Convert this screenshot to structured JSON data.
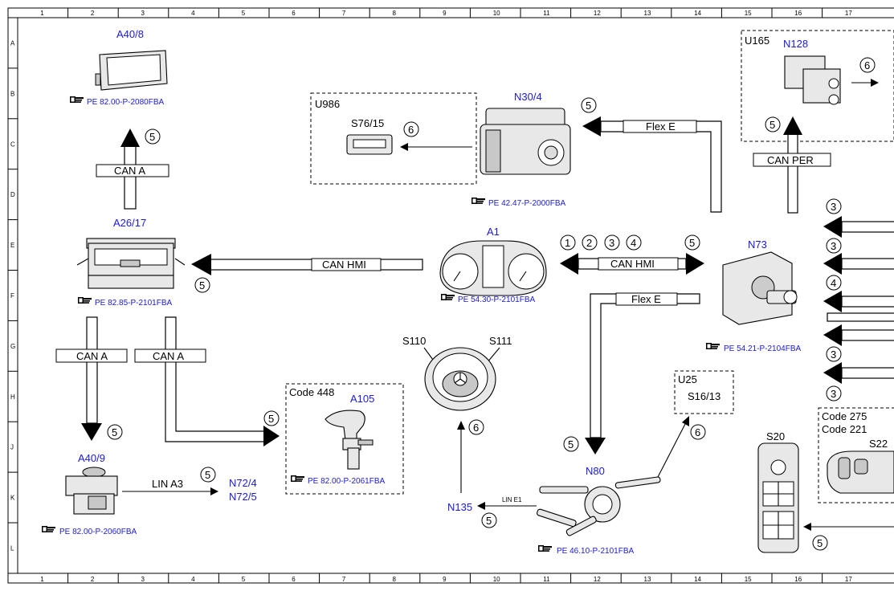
{
  "grid": {
    "columns": [
      "1",
      "2",
      "3",
      "4",
      "5",
      "6",
      "7",
      "8",
      "9",
      "10",
      "11",
      "12",
      "13",
      "14",
      "15",
      "16",
      "17"
    ],
    "rows": [
      "A",
      "B",
      "C",
      "D",
      "E",
      "F",
      "G",
      "H",
      "J",
      "K",
      "L"
    ]
  },
  "components": {
    "a40_8": "A40/8",
    "n30_4": "N30/4",
    "u986": "U986",
    "s76_15": "S76/15",
    "u165": "U165",
    "n128": "N128",
    "a26_17": "A26/17",
    "a1": "A1",
    "n73": "N73",
    "s110": "S110",
    "s111": "S111",
    "u25": "U25",
    "s16_13": "S16/13",
    "code448": "Code 448",
    "a105": "A105",
    "a40_9": "A40/9",
    "n72_4": "N72/4",
    "n72_5": "N72/5",
    "n135": "N135",
    "n80": "N80",
    "s20": "S20",
    "code275": "Code 275",
    "code221": "Code 221",
    "s22": "S22"
  },
  "references": {
    "a40_8": "PE 82.00-P-2080FBA",
    "n30_4": "PE 42.47-P-2000FBA",
    "a26_17": "PE 82.85-P-2101FBA",
    "a1": "PE 54.30-P-2101FBA",
    "n73": "PE 54.21-P-2104FBA",
    "a105": "PE 82.00-P-2061FBA",
    "a40_9": "PE 82.00-P-2060FBA",
    "n80": "PE 46.10-P-2101FBA"
  },
  "buses": {
    "can_a": "CAN A",
    "flex_e": "Flex E",
    "can_per": "CAN PER",
    "can_hmi": "CAN HMI",
    "lin_a3": "LIN A3",
    "lin_e1": "LIN E1"
  },
  "markers": {
    "m1": "1",
    "m2": "2",
    "m3": "3",
    "m4": "4",
    "m5": "5",
    "m6": "6"
  },
  "icons": [
    "reference-hand-icon"
  ]
}
